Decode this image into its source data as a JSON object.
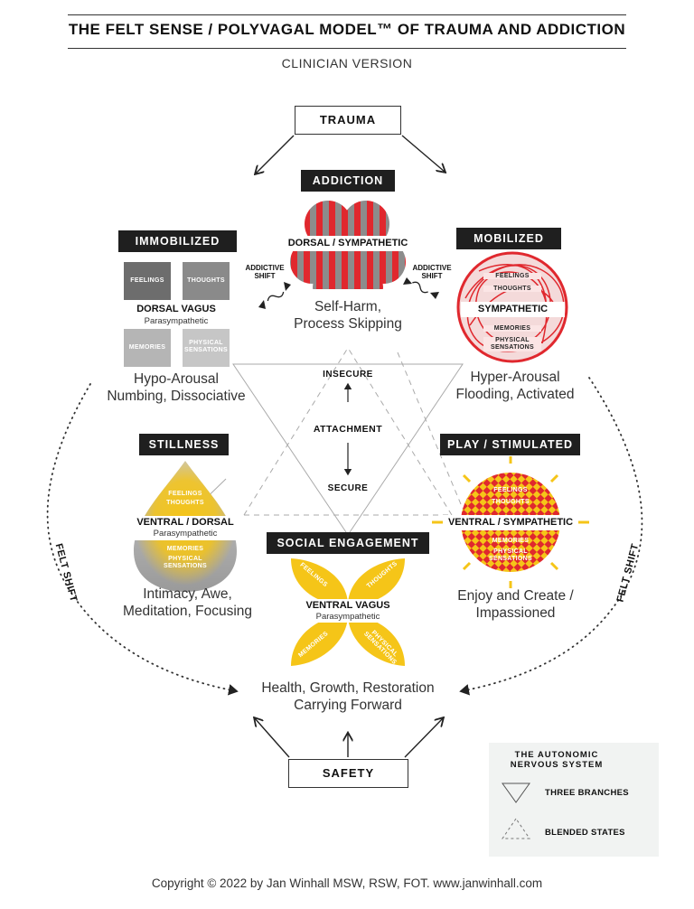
{
  "header": {
    "title": "THE FELT SENSE / POLYVAGAL MODEL™ OF TRAUMA AND ADDICTION",
    "subtitle": "CLINICIAN VERSION"
  },
  "top": {
    "trauma": "TRAUMA",
    "addiction": "ADDICTION",
    "addiction_state": "DORSAL / SYMPATHETIC",
    "addiction_desc_1": "Self-Harm,",
    "addiction_desc_2": "Process Skipping",
    "addictive_shift_left_1": "ADDICTIVE",
    "addictive_shift_left_2": "SHIFT",
    "addictive_shift_right_1": "ADDICTIVE",
    "addictive_shift_right_2": "SHIFT"
  },
  "immobilized": {
    "tag": "IMMOBILIZED",
    "state": "DORSAL VAGUS",
    "sub": "Parasympathetic",
    "feelings": "FEELINGS",
    "thoughts": "THOUGHTS",
    "memories": "MEMORIES",
    "physical_1": "PHYSICAL",
    "physical_2": "SENSATIONS",
    "desc_1": "Hypo-Arousal",
    "desc_2": "Numbing, Dissociative"
  },
  "mobilized": {
    "tag": "MOBILIZED",
    "feelings": "FEELINGS",
    "thoughts": "THOUGHTS",
    "state": "SYMPATHETIC",
    "memories": "MEMORIES",
    "physical_1": "PHYSICAL",
    "physical_2": "SENSATIONS",
    "desc_1": "Hyper-Arousal",
    "desc_2": "Flooding, Activated"
  },
  "center": {
    "insecure": "INSECURE",
    "attachment": "ATTACHMENT",
    "secure": "SECURE"
  },
  "stillness": {
    "tag": "STILLNESS",
    "feelings": "FEELINGS",
    "thoughts": "THOUGHTS",
    "state": "VENTRAL / DORSAL",
    "sub": "Parasympathetic",
    "memories": "MEMORIES",
    "physical_1": "PHYSICAL",
    "physical_2": "SENSATIONS",
    "desc_1": "Intimacy, Awe,",
    "desc_2": "Meditation, Focusing"
  },
  "play": {
    "tag": "PLAY / STIMULATED",
    "feelings": "FEELINGS",
    "thoughts": "THOUGHTS",
    "state": "VENTRAL / SYMPATHETIC",
    "memories": "MEMORIES",
    "physical_1": "PHYSICAL",
    "physical_2": "SENSATIONS",
    "desc_1": "Enjoy and Create /",
    "desc_2": "Impassioned"
  },
  "social": {
    "tag": "SOCIAL ENGAGEMENT",
    "feelings": "FEELINGS",
    "thoughts": "THOUGHTS",
    "state": "VENTRAL VAGUS",
    "sub": "Parasympathetic",
    "memories": "MEMORIES",
    "physical": "PHYSICAL SENSATIONS"
  },
  "felt_shift_left": "FELT SHIFT",
  "felt_shift_right": "FELT SHIFT",
  "bottom": {
    "desc_1": "Health, Growth, Restoration",
    "desc_2": "Carrying Forward",
    "safety": "SAFETY"
  },
  "legend": {
    "title_1": "THE AUTONOMIC",
    "title_2": "NERVOUS SYSTEM",
    "item_1": "THREE BRANCHES",
    "item_2": "BLENDED STATES"
  },
  "footer": {
    "copyright": "Copyright © 2022 by Jan Winhall MSW, RSW, FOT. www.janwinhall.com"
  },
  "colors": {
    "red": "#e0282e",
    "yellow": "#f5c518",
    "gray": "#8c8c8c",
    "dark": "#1f1f1f"
  }
}
